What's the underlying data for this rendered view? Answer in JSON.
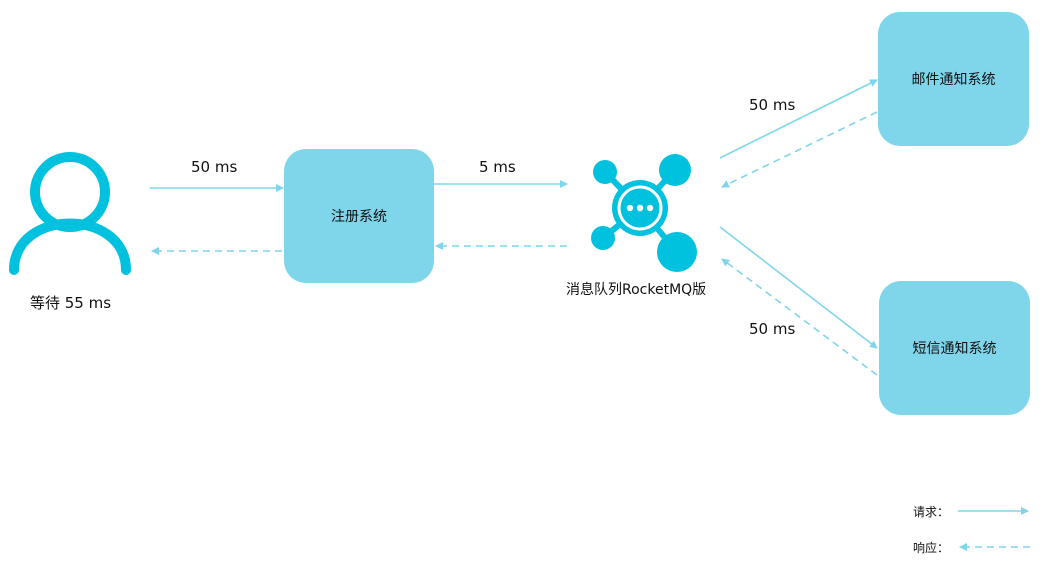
{
  "colors": {
    "box": "#7fd5ea",
    "line": "#7fd5ea",
    "icon": "#00c1de"
  },
  "icons": {
    "user": "user-icon",
    "mq": "message-queue-icon"
  },
  "user": {
    "caption": "等待 55 ms"
  },
  "nodes": {
    "register": "注册系统",
    "mq": "消息队列RocketMQ版",
    "email": "邮件通知系统",
    "sms": "短信通知系统"
  },
  "edges": {
    "user_to_register": "50 ms",
    "register_to_mq": "5 ms",
    "mq_to_email": "50 ms",
    "mq_to_sms": "50 ms"
  },
  "legend": {
    "request": "请求：",
    "response": "响应："
  }
}
